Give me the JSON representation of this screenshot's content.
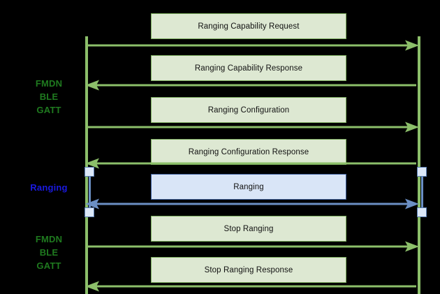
{
  "diagram": {
    "type": "sequence-diagram",
    "background_color": "#000000",
    "lifeline_color": "#8cbf6a",
    "box_green_fill": "#dde8d2",
    "box_green_border": "#7aab5c",
    "box_blue_fill": "#d9e5f7",
    "box_blue_border": "#3c5d99",
    "arrow_green_color": "#8cbf6a",
    "arrow_blue_color": "#6b8fc4",
    "label_green_color": "#1f7a1f",
    "label_blue_color": "#1a1ae0"
  },
  "side_labels": [
    {
      "name": "fmdn-ble-gatt-top",
      "lines": [
        "FMDN",
        "BLE",
        "GATT"
      ],
      "color": "green"
    },
    {
      "name": "ranging-phase",
      "lines": [
        "Ranging"
      ],
      "color": "blue"
    },
    {
      "name": "fmdn-ble-gatt-bottom",
      "lines": [
        "FMDN",
        "BLE",
        "GATT"
      ],
      "color": "green"
    }
  ],
  "messages": [
    {
      "label": "Ranging Capability Request",
      "direction": "right",
      "style": "green"
    },
    {
      "label": "Ranging Capability Response",
      "direction": "left",
      "style": "green"
    },
    {
      "label": "Ranging Configuration",
      "direction": "right",
      "style": "green"
    },
    {
      "label": "Ranging Configuration Response",
      "direction": "left",
      "style": "green"
    },
    {
      "label": "Ranging",
      "direction": "both",
      "style": "blue"
    },
    {
      "label": "Stop Ranging",
      "direction": "right",
      "style": "green"
    },
    {
      "label": "Stop Ranging Response",
      "direction": "left",
      "style": "green"
    }
  ]
}
